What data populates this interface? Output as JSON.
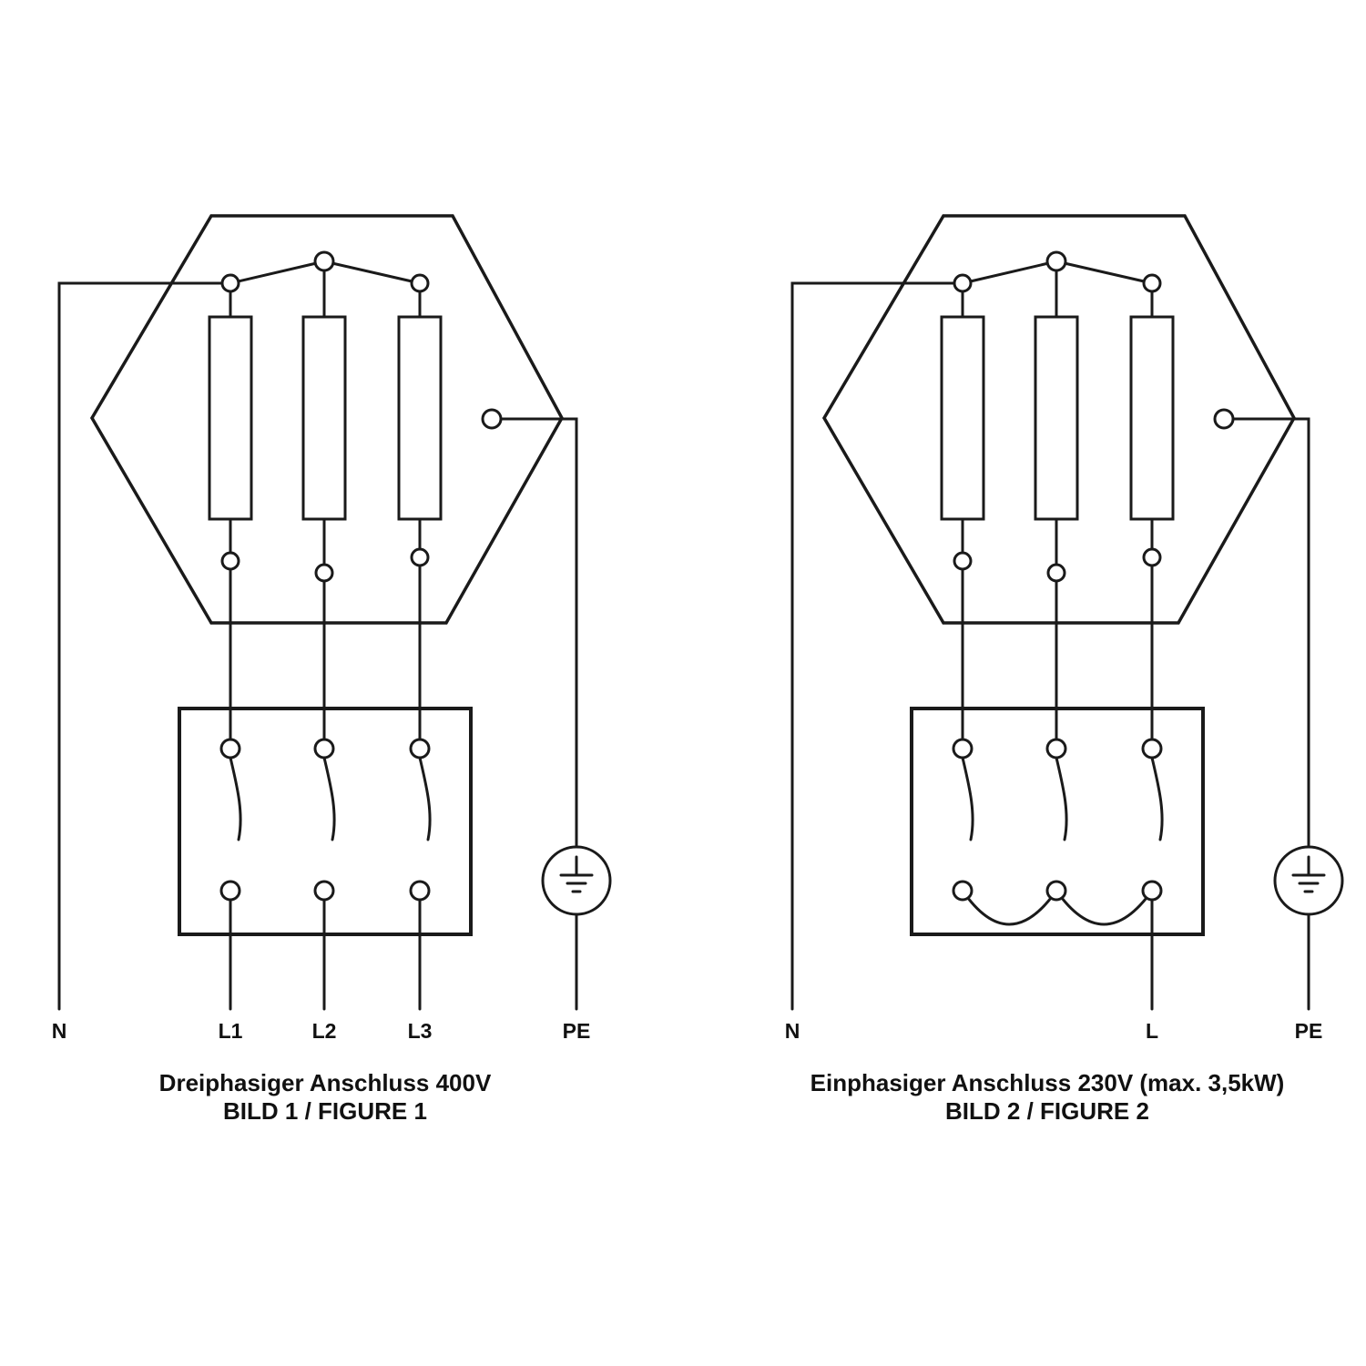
{
  "page": {
    "background": "#ffffff",
    "line_color": "#1a1a1a",
    "text_color": "#111111"
  },
  "icons": {
    "earth_ground": "earth-ground-icon"
  },
  "figure1": {
    "terminals": {
      "n": "N",
      "l1": "L1",
      "l2": "L2",
      "l3": "L3",
      "pe": "PE"
    },
    "caption_line1": "Dreiphasiger Anschluss 400V",
    "caption_line2": "BILD 1 / FIGURE 1"
  },
  "figure2": {
    "terminals": {
      "n": "N",
      "l": "L",
      "pe": "PE"
    },
    "caption_line1": "Einphasiger Anschluss 230V (max. 3,5kW)",
    "caption_line2": "BILD 2 / FIGURE 2"
  }
}
